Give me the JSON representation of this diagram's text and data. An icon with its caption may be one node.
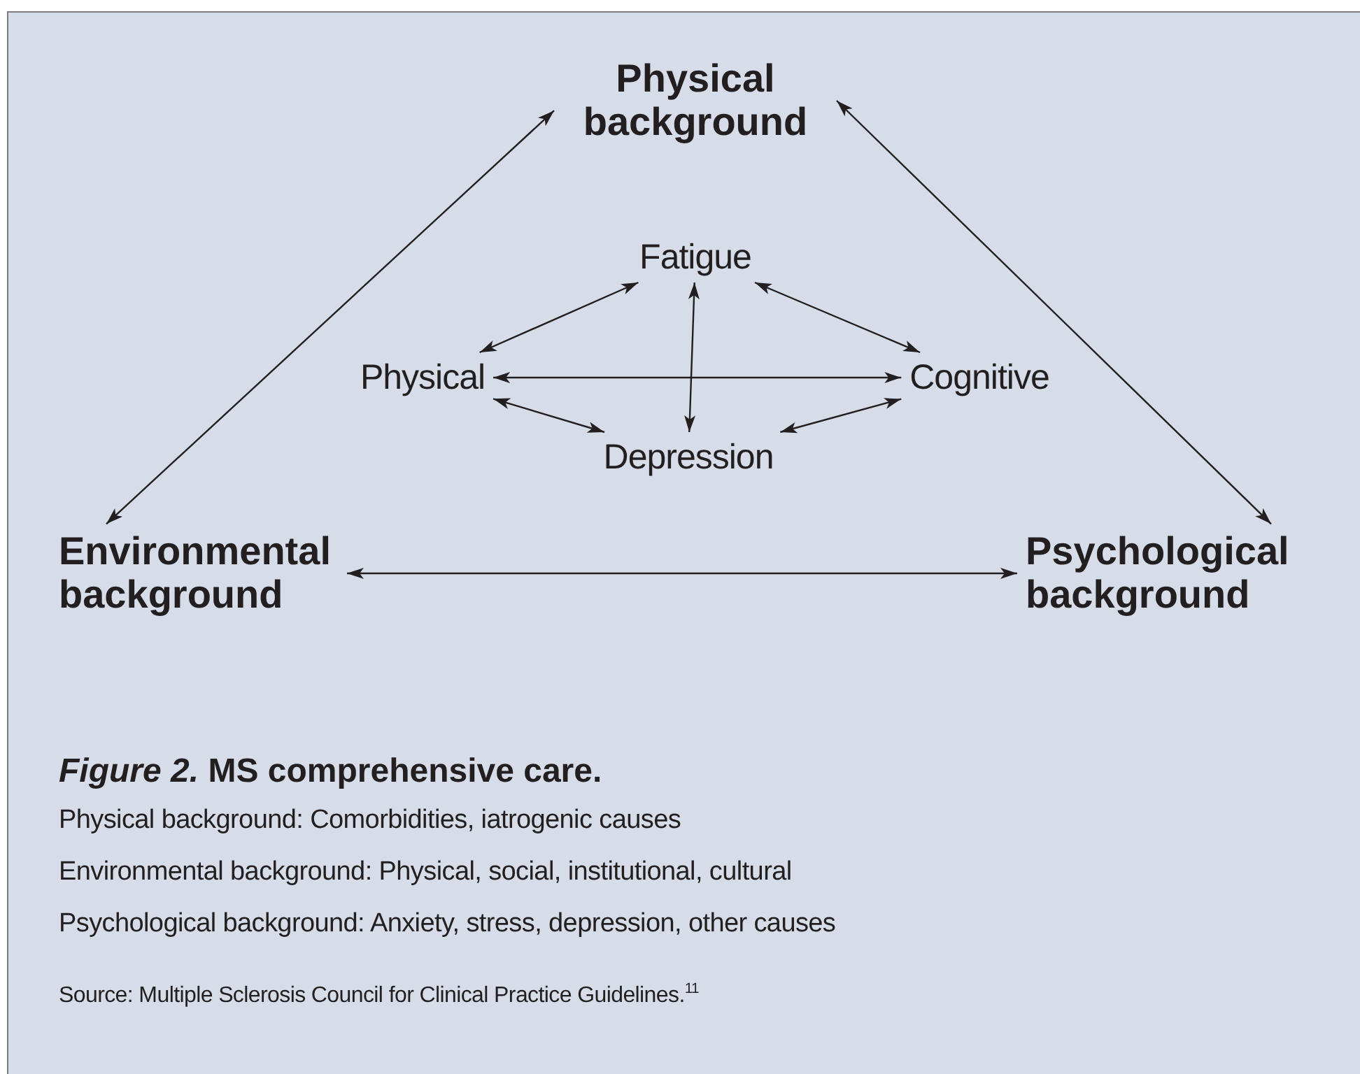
{
  "diagram": {
    "caption": "*Figure 2.* MS comprehensive care.",
    "nodes": [
      {
        "text": [
          "Physical background"
        ]
      },
      {
        "text": [
          "Fatigue"
        ]
      },
      {
        "text": [
          "Physical"
        ]
      },
      {
        "text": [
          "Cognitive"
        ]
      },
      {
        "text": [
          "Depression"
        ]
      },
      {
        "text": [
          "Environmental background"
        ]
      },
      {
        "text": [
          "Psychological background"
        ]
      }
    ],
    "edges": [
      {
        "from": 5,
        "to": 0,
        "arrow": "both"
      },
      {
        "from": 0,
        "to": 6,
        "arrow": "both"
      },
      {
        "from": 5,
        "to": 6,
        "arrow": "both"
      },
      {
        "from": 2,
        "to": 1,
        "arrow": "both"
      },
      {
        "from": 1,
        "to": 3,
        "arrow": "both"
      },
      {
        "from": 2,
        "to": 4,
        "arrow": "both"
      },
      {
        "from": 4,
        "to": 3,
        "arrow": "both"
      },
      {
        "from": 2,
        "to": 3,
        "arrow": "both"
      },
      {
        "from": 1,
        "to": 4,
        "arrow": "both"
      }
    ],
    "labels": [
      "Physical background: Comorbidities, iatrogenic causes",
      "Environmental background: Physical, social, institutional, cultural",
      "Psychological background:  Anxiety, stress, depression, other causes",
      "Source: Multiple Sclerosis Council for Clinical Practice Guidelines.$^{11}$"
    ]
  }
}
